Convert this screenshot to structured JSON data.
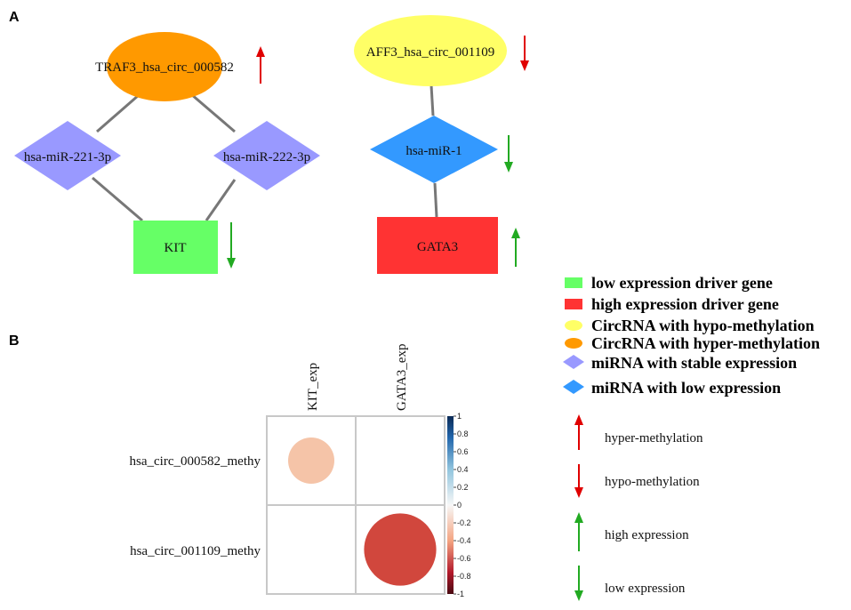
{
  "panels": {
    "a_label": "A",
    "b_label": "B"
  },
  "network": {
    "circ_1": "TRAF3_hsa_circ_000582",
    "circ_2": "AFF3_hsa_circ_001109",
    "mir_1": "hsa-miR-221-3p",
    "mir_2": "hsa-miR-222-3p",
    "mir_3": "hsa-miR-1",
    "gene_1": "KIT",
    "gene_2": "GATA3"
  },
  "colors": {
    "low_gene": "#66ff66",
    "high_gene": "#ff3333",
    "hypo_circ": "#ffff66",
    "hyper_circ": "#ff9900",
    "stable_mirna": "#9999ff",
    "low_mirna": "#3399ff",
    "arrow_up_red": "#e00000",
    "arrow_down_red": "#e00000",
    "arrow_up_green": "#22aa22",
    "arrow_down_green": "#22aa22",
    "edge": "#777777"
  },
  "legend": {
    "shapes": [
      {
        "label": "low expression driver gene",
        "shape": "rect",
        "color": "#66ff66"
      },
      {
        "label": "high expression driver gene",
        "shape": "rect",
        "color": "#ff3333"
      },
      {
        "label": "CircRNA with hypo-methylation",
        "shape": "ellipse",
        "color": "#ffff66"
      },
      {
        "label": "CircRNA with hyper-methylation",
        "shape": "ellipse",
        "color": "#ff9900"
      },
      {
        "label": "miRNA with stable expression",
        "shape": "diamond",
        "color": "#9999ff"
      },
      {
        "label": "miRNA with low expression",
        "shape": "diamond",
        "color": "#3399ff"
      }
    ],
    "arrows": [
      {
        "label": "hyper-methylation",
        "direction": "up",
        "color": "#e00000"
      },
      {
        "label": "hypo-methylation",
        "direction": "down",
        "color": "#e00000"
      },
      {
        "label": "high expression",
        "direction": "up",
        "color": "#22aa22"
      },
      {
        "label": "low expression",
        "direction": "down",
        "color": "#22aa22"
      }
    ]
  },
  "chart_data": {
    "type": "heatmap",
    "columns": [
      "KIT_exp",
      "GATA3_exp"
    ],
    "rows": [
      "hsa_circ_000582_methy",
      "hsa_circ_001109_methy"
    ],
    "values": [
      [
        -0.35,
        null
      ],
      [
        null,
        -0.85
      ]
    ],
    "colorbar": {
      "ticks": [
        "1",
        "0.8",
        "0.6",
        "0.4",
        "0.2",
        "0",
        "-0.2",
        "-0.4",
        "-0.6",
        "-0.8",
        "-1"
      ],
      "range": [
        -1,
        1
      ]
    },
    "cell_colors": [
      [
        "#f5c4a8",
        null
      ],
      [
        null,
        "#d1473d"
      ]
    ]
  }
}
